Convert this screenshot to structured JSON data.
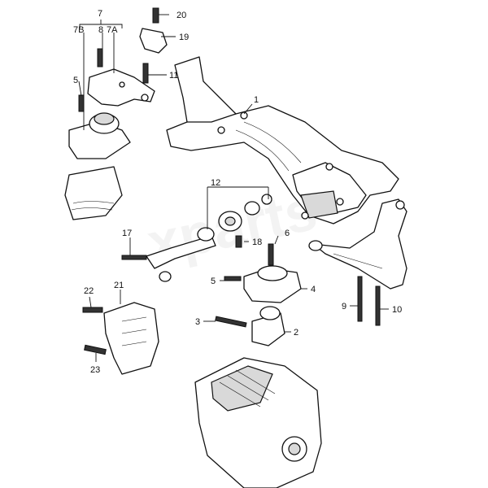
{
  "watermark": "xparts",
  "callouts": {
    "c7": "7",
    "c7b": "7B",
    "c8": "8",
    "c7a": "7A",
    "c20": "20",
    "c19": "19",
    "c11": "11",
    "c5a": "5",
    "c1": "1",
    "c12": "12",
    "c6": "6",
    "c17": "17",
    "c18": "18",
    "c5b": "5",
    "c4": "4",
    "c22": "22",
    "c21": "21",
    "c3": "3",
    "c2": "2",
    "c23": "23",
    "c9": "9",
    "c10": "10"
  }
}
